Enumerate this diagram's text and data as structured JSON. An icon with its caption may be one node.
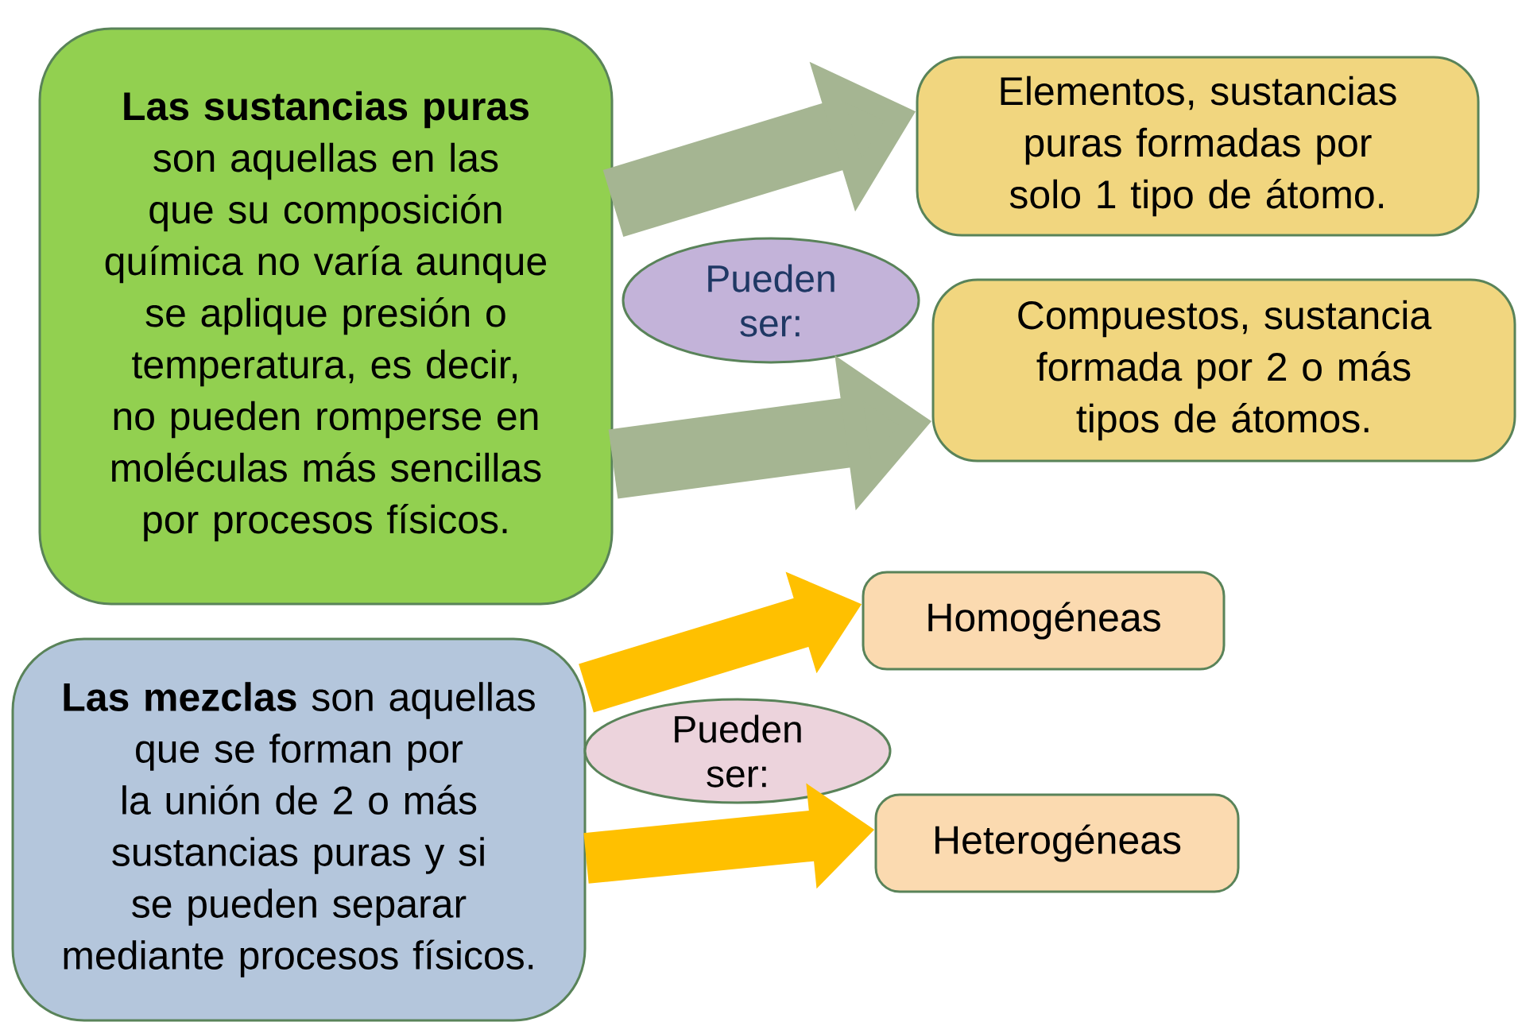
{
  "diagram": {
    "nodes": [
      {
        "text": [
          "**Las sustancias puras** son aquellas en las que su composición química no varía aunque se aplique presión o temperatura, es decir, no pueden romperse en moléculas más sencillas por procesos físicos."
        ]
      },
      {
        "text": [
          "Elementos, sustancias puras formadas por solo 1 tipo de átomo."
        ]
      },
      {
        "text": [
          "Pueden ser:"
        ]
      },
      {
        "text": [
          "Compuestos, sustancia formada por 2 o más tipos de átomos."
        ]
      },
      {
        "text": [
          "Homogéneas"
        ]
      },
      {
        "text": [
          "**Las mezclas** son aquellas que se forman por la unión de 2 o más sustancias puras y si se pueden separar mediante procesos físicos."
        ]
      },
      {
        "text": [
          "Pueden ser:"
        ]
      },
      {
        "text": [
          "Heterogéneas"
        ]
      }
    ],
    "edges": [
      {
        "from": 0,
        "to": 1,
        "arrow": "to",
        "color": "#a5b592"
      },
      {
        "from": 0,
        "to": 3,
        "arrow": "to",
        "color": "#a5b592"
      },
      {
        "from": 5,
        "to": 4,
        "arrow": "to",
        "color": "#ffc000"
      },
      {
        "from": 5,
        "to": 7,
        "arrow": "to",
        "color": "#ffc000"
      }
    ]
  }
}
